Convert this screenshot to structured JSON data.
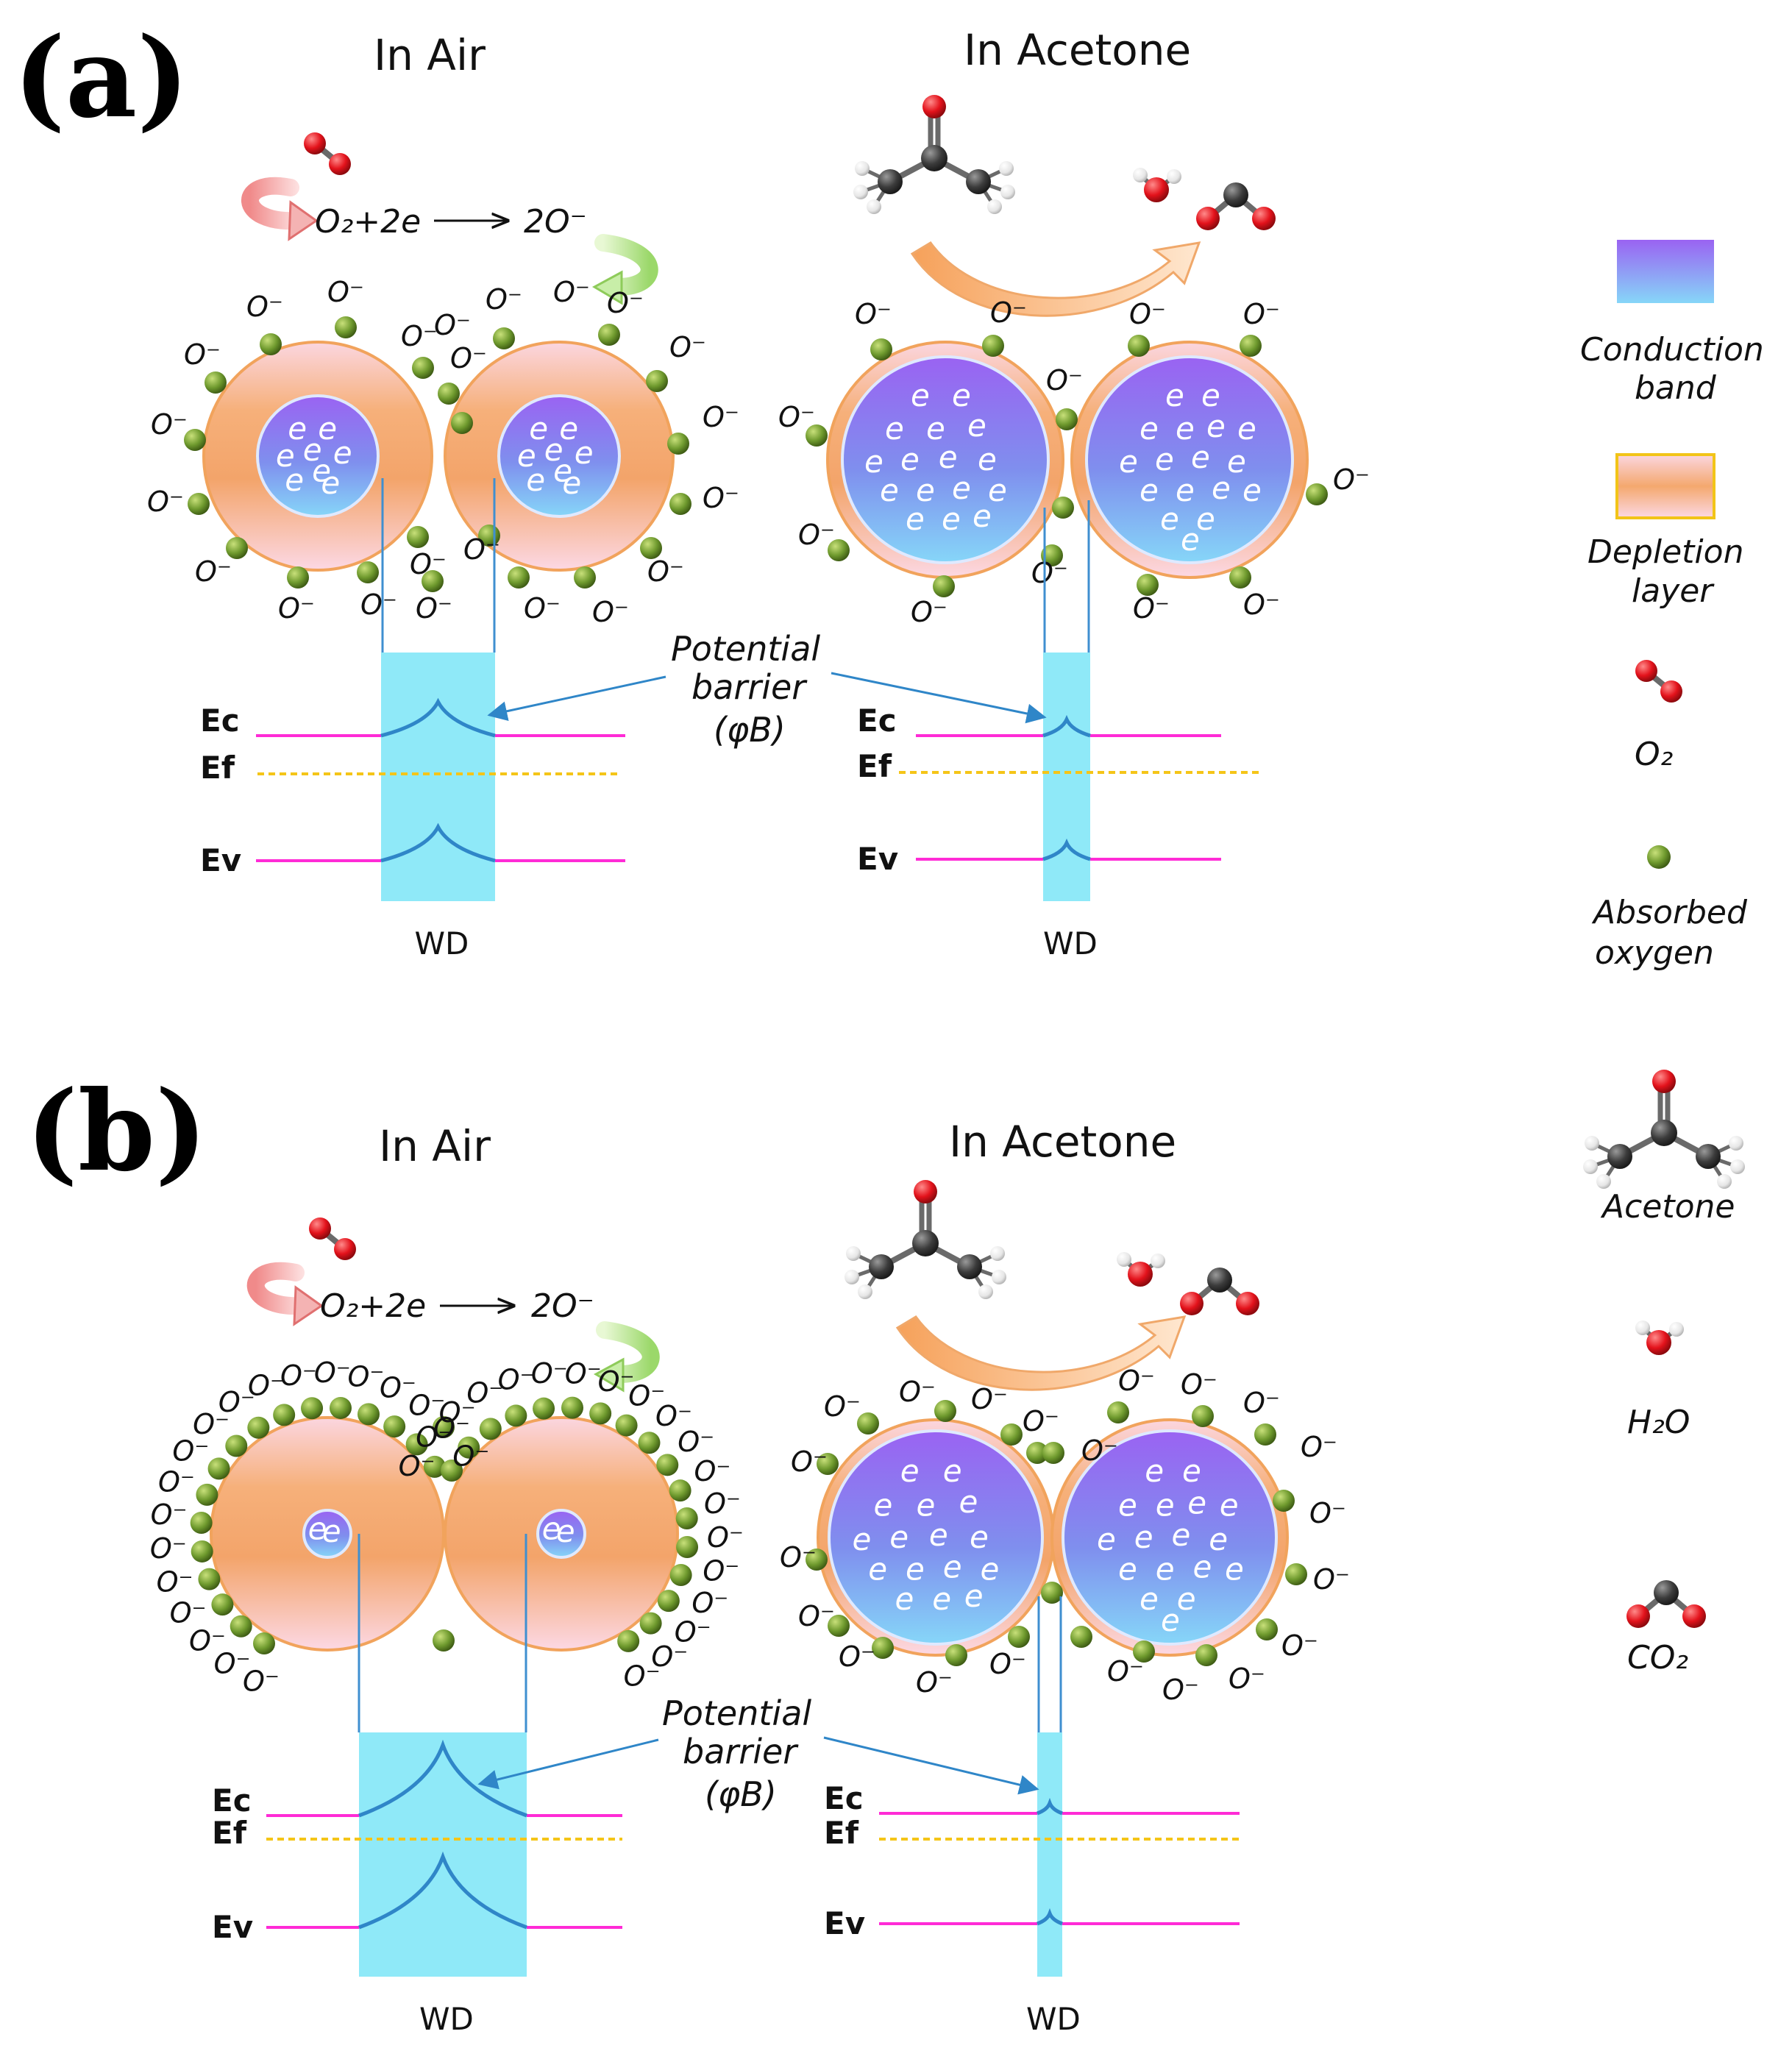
{
  "panel_a": {
    "label": "(a)",
    "air_title": "In Air",
    "acetone_title": "In Acetone",
    "reaction": {
      "left": "O₂+2e",
      "right": "2O⁻"
    },
    "barrier_label": {
      "line1": "Potential",
      "line2": "barrier",
      "line3": "(φB)"
    },
    "band_labels": {
      "ec": "Ec",
      "ef": "Ef",
      "ev": "Ev"
    },
    "wd_label": "WD"
  },
  "panel_b": {
    "label": "(b)",
    "air_title": "In Air",
    "acetone_title": "In Acetone",
    "reaction": {
      "left": "O₂+2e",
      "right": "2O⁻"
    },
    "barrier_label": {
      "line1": "Potential",
      "line2": "barrier",
      "line3": "(φB)"
    },
    "band_labels": {
      "ec": "Ec",
      "ef": "Ef",
      "ev": "Ev"
    },
    "wd_label": "WD"
  },
  "adsorbed_ion_label": "O⁻",
  "electron_label": "e",
  "legend": {
    "conduction_band": {
      "line1": "Conduction",
      "line2": "band"
    },
    "depletion_layer": {
      "line1": "Depletion",
      "line2": "layer"
    },
    "o2": "O₂",
    "absorbed_oxygen": {
      "line1": "Absorbed",
      "line2": "oxygen"
    },
    "acetone": "Acetone",
    "h2o": "H₂O",
    "co2": "CO₂"
  },
  "colors": {
    "conduction_band": "#8f7cf0",
    "depletion_layer": "#f6b07a",
    "band_edge": "#ff2bd6",
    "fermi_level": "#f5c518",
    "barrier_region": "#8fe9f8",
    "barrier_curve": "#2f86c8",
    "adsorbed_oxygen": "#6f9a2e",
    "oxygen_atom": "#e3121b",
    "carbon_atom": "#3c3c3c",
    "hydrogen_atom": "#f2f2f2"
  }
}
